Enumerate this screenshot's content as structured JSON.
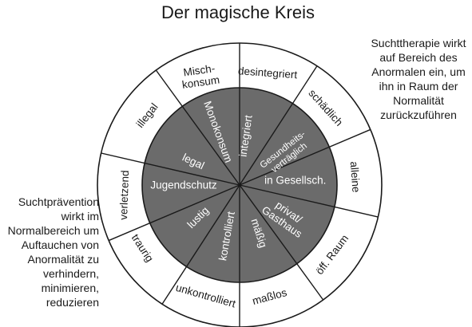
{
  "title": "Der magische Kreis",
  "note_right": "Suchttherapie wirkt auf Bereich des Anormalen ein, um ihn in Raum der Normalität zurückzuführen",
  "note_left": "Suchtprävention wirkt im Normalbereich um Auftauchen von Anormalität zu verhindern, minimieren, reduzieren",
  "colors": {
    "inner_fill": "#6b6b6b",
    "stroke": "#1a1a1a",
    "background": "#ffffff"
  },
  "inner_labels": [
    {
      "lines": [
        "integriert"
      ],
      "deg": 7,
      "r": 62,
      "rot": -82
    },
    {
      "lines": [
        "Gesundheits-",
        "verträglich"
      ],
      "deg": 55,
      "r": 70,
      "rot": -38,
      "small": true
    },
    {
      "lines": [
        "in Gesellsch."
      ],
      "deg": 85,
      "r": 70,
      "rot": 0
    },
    {
      "lines": [
        "privat/",
        "Gasthaus"
      ],
      "deg": 125,
      "r": 70,
      "rot": 35
    },
    {
      "lines": [
        "mäßig"
      ],
      "deg": 158,
      "r": 65,
      "rot": 72
    },
    {
      "lines": [
        "kontrolliert"
      ],
      "deg": 194,
      "r": 66,
      "rot": -80
    },
    {
      "lines": [
        "lustig"
      ],
      "deg": 232,
      "r": 66,
      "rot": -45
    },
    {
      "lines": [
        "Jugendschutz"
      ],
      "deg": 270,
      "r": 70,
      "rot": 0
    },
    {
      "lines": [
        "legal"
      ],
      "deg": 297,
      "r": 65,
      "rot": 25
    },
    {
      "lines": [
        "Monokonsum"
      ],
      "deg": 338,
      "r": 72,
      "rot": 70
    }
  ],
  "outer_labels": [
    {
      "lines": [
        "desintegriert"
      ],
      "deg": 14,
      "r": 145,
      "rot": 4
    },
    {
      "lines": [
        "schädlich"
      ],
      "deg": 48,
      "r": 145,
      "rot": 48
    },
    {
      "lines": [
        "alleine"
      ],
      "deg": 86,
      "r": 145,
      "rot": 86
    },
    {
      "lines": [
        "öff. Raum"
      ],
      "deg": 127,
      "r": 145,
      "rot": -53
    },
    {
      "lines": [
        "maßlos"
      ],
      "deg": 165,
      "r": 145,
      "rot": -15
    },
    {
      "lines": [
        "unkontrolliert"
      ],
      "deg": 197,
      "r": 145,
      "rot": 16
    },
    {
      "lines": [
        "traurig"
      ],
      "deg": 237,
      "r": 145,
      "rot": 57
    },
    {
      "lines": [
        "verletzend"
      ],
      "deg": 265,
      "r": 145,
      "rot": -88
    },
    {
      "lines": [
        "illegal"
      ],
      "deg": 307,
      "r": 145,
      "rot": -52
    },
    {
      "lines": [
        "Misch-",
        "konsum"
      ],
      "deg": 340,
      "r": 145,
      "rot": -8
    }
  ]
}
